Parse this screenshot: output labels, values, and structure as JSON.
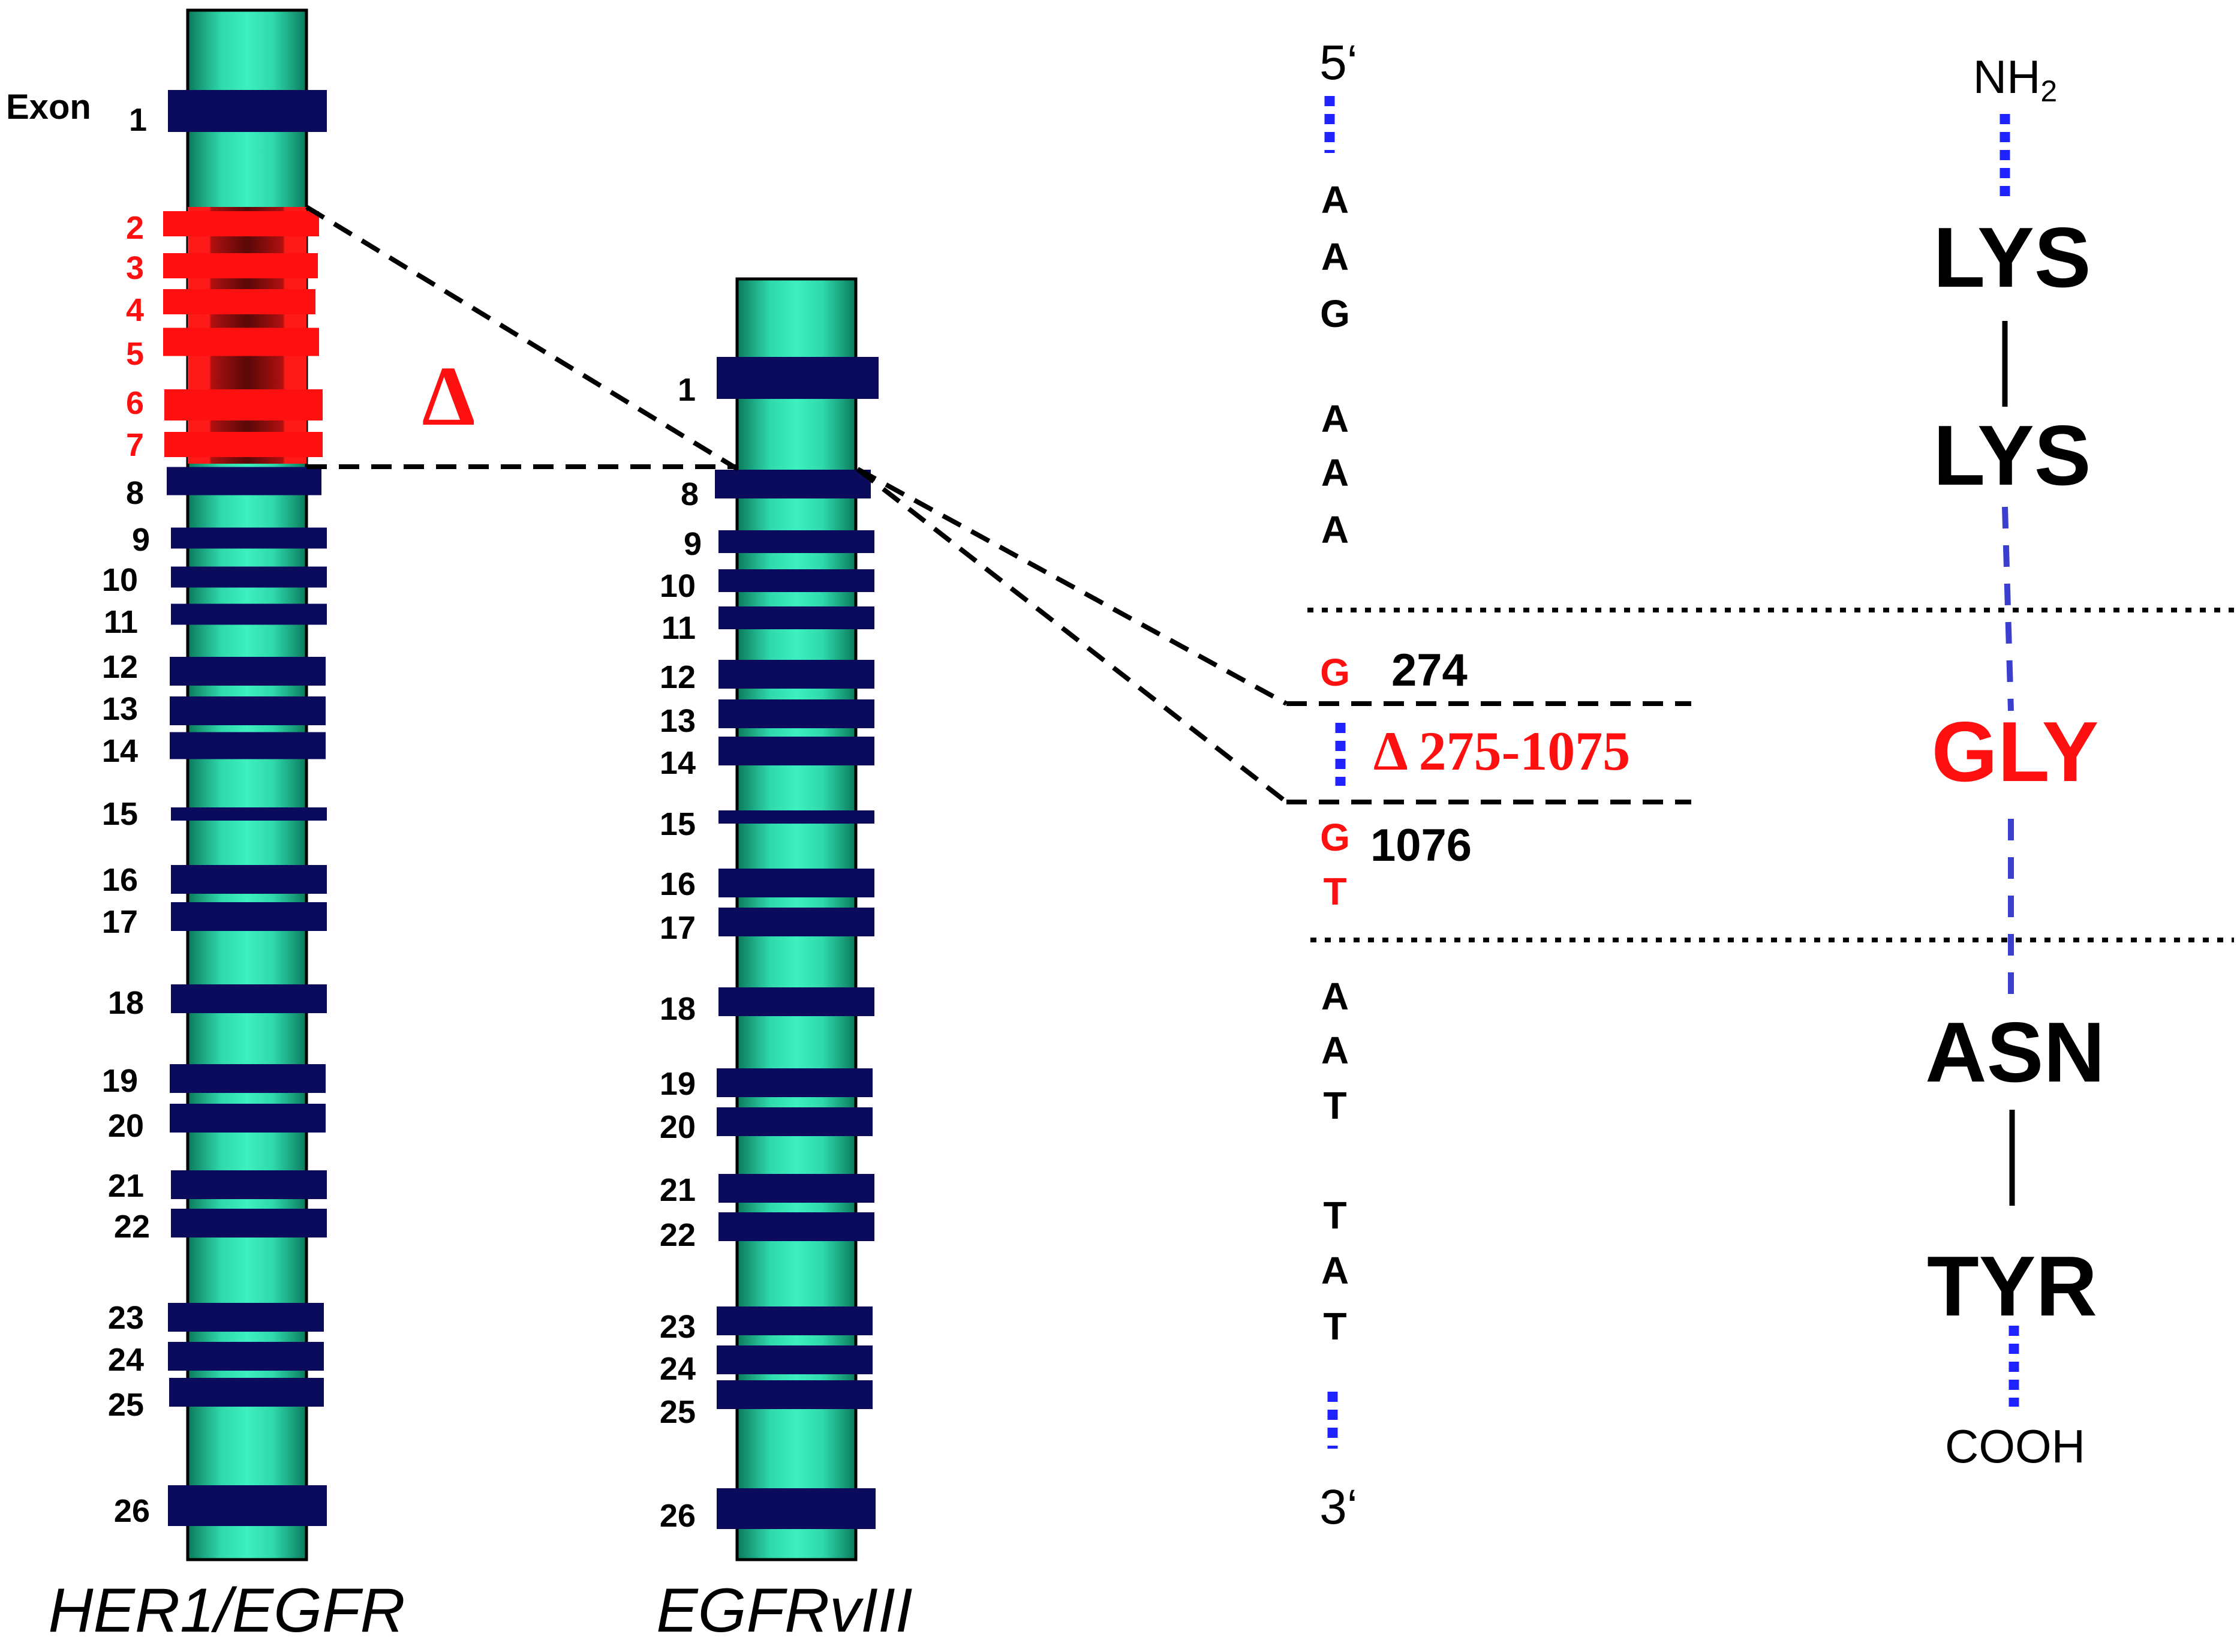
{
  "colors": {
    "exon_normal": "#0b0b5e",
    "exon_deleted": "#ff1010",
    "chromosome_light": "#2fe0b0",
    "chromosome_dark": "#0a7a5c",
    "deleted_text": "#ff1010",
    "connector_blue": "#1f23ff",
    "backbone_blue": "#3a3fd0",
    "text": "#000000"
  },
  "her1": {
    "label": "HER1/EGFR",
    "exon_prefix": "Exon",
    "exons": [
      {
        "n": "1",
        "deleted": false
      },
      {
        "n": "2",
        "deleted": true
      },
      {
        "n": "3",
        "deleted": true
      },
      {
        "n": "4",
        "deleted": true
      },
      {
        "n": "5",
        "deleted": true
      },
      {
        "n": "6",
        "deleted": true
      },
      {
        "n": "7",
        "deleted": true
      },
      {
        "n": "8",
        "deleted": false
      },
      {
        "n": "9",
        "deleted": false
      },
      {
        "n": "10",
        "deleted": false
      },
      {
        "n": "11",
        "deleted": false
      },
      {
        "n": "12",
        "deleted": false
      },
      {
        "n": "13",
        "deleted": false
      },
      {
        "n": "14",
        "deleted": false
      },
      {
        "n": "15",
        "deleted": false
      },
      {
        "n": "16",
        "deleted": false
      },
      {
        "n": "17",
        "deleted": false
      },
      {
        "n": "18",
        "deleted": false
      },
      {
        "n": "19",
        "deleted": false
      },
      {
        "n": "20",
        "deleted": false
      },
      {
        "n": "21",
        "deleted": false
      },
      {
        "n": "22",
        "deleted": false
      },
      {
        "n": "23",
        "deleted": false
      },
      {
        "n": "24",
        "deleted": false
      },
      {
        "n": "25",
        "deleted": false
      },
      {
        "n": "26",
        "deleted": false
      }
    ],
    "delta_symbol": "Δ"
  },
  "egfrviii": {
    "label": "EGFRvIII",
    "exons": [
      "1",
      "8",
      "9",
      "10",
      "11",
      "12",
      "13",
      "14",
      "15",
      "16",
      "17",
      "18",
      "19",
      "20",
      "21",
      "22",
      "23",
      "24",
      "25",
      "26"
    ]
  },
  "dna": {
    "five_prime": "5‘",
    "three_prime": "3‘",
    "codon1": [
      "A",
      "A",
      "G"
    ],
    "codon2": [
      "A",
      "A",
      "A"
    ],
    "junction_top_base": "G",
    "junction_top_pos": "274",
    "deletion_label": "Δ 275-1075",
    "junction_bottom_bases": [
      "G",
      "T"
    ],
    "junction_bottom_pos": "1076",
    "codon4": [
      "A",
      "A",
      "T"
    ],
    "codon5": [
      "T",
      "A",
      "T"
    ]
  },
  "protein": {
    "n_terminus": "NH",
    "n_terminus_sub": "2",
    "residues": [
      "LYS",
      "LYS",
      "GLY",
      "ASN",
      "TYR"
    ],
    "c_terminus": "COOH"
  }
}
